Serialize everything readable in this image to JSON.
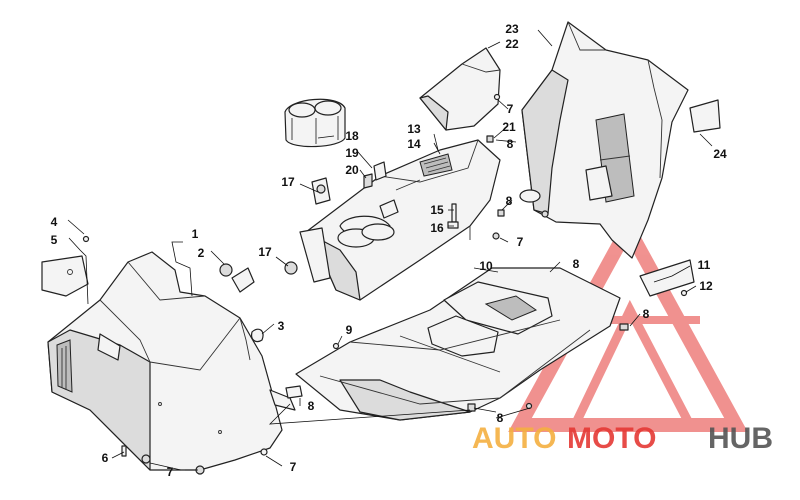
{
  "callouts": [
    "1",
    "2",
    "3",
    "4",
    "5",
    "6",
    "7",
    "7",
    "7",
    "7",
    "7",
    "8",
    "8",
    "8",
    "8",
    "8",
    "8",
    "9",
    "10",
    "11",
    "12",
    "13",
    "14",
    "15",
    "16",
    "17",
    "17",
    "18",
    "19",
    "20",
    "21",
    "22",
    "23",
    "24"
  ],
  "watermark": {
    "part1": "AUTO",
    "part2": "MOTO",
    "part3": "HUB",
    "color_triangle": "#e53935",
    "color_auto": "#f5b041",
    "color_moto": "#e53935",
    "color_hub": "#555555"
  }
}
